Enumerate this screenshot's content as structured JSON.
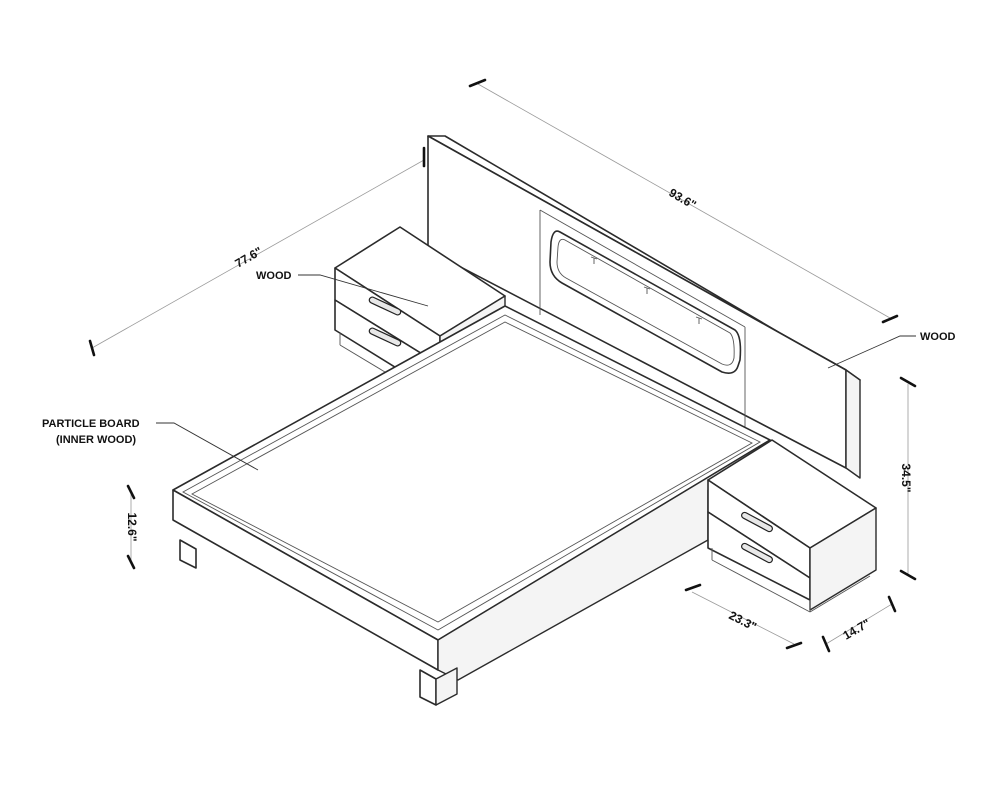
{
  "dimensions": {
    "width_overall": "93.6\"",
    "length_overall": "77.6\"",
    "headboard_height": "34.5\"",
    "platform_height": "12.6\"",
    "nightstand_width": "23.3\"",
    "nightstand_depth": "14.7\""
  },
  "labels": {
    "wood_nightstand": "WOOD",
    "wood_headboard": "WOOD",
    "particle_board_line1": "PARTICLE BOARD",
    "particle_board_line2": "(INNER WOOD)"
  }
}
